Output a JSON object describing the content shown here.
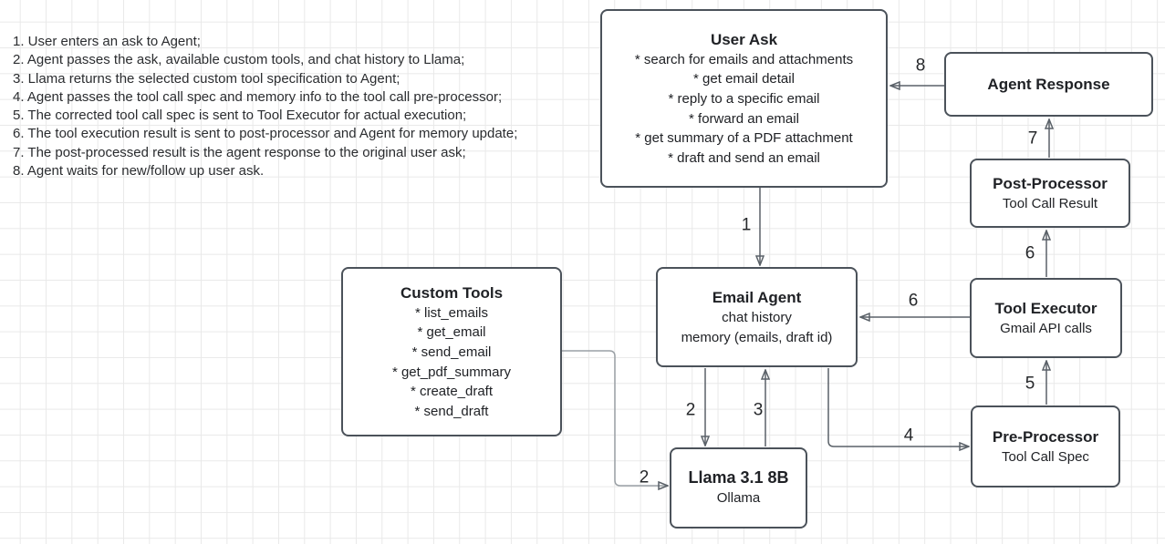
{
  "notes": [
    "1. User enters an ask to Agent;",
    "2. Agent passes the ask, available custom tools, and chat history to Llama;",
    "3. Llama returns the selected custom tool specification to Agent;",
    "4. Agent passes the tool call spec and memory info to the tool call pre-processor;",
    "5. The corrected tool call spec is sent to Tool Executor for actual execution;",
    "6. The tool execution result is sent to post-processor and Agent for memory update;",
    "7. The post-processed result is the agent response to the original user ask;",
    "8. Agent waits for new/follow up user ask."
  ],
  "boxes": {
    "user_ask": {
      "title": "User Ask",
      "items": [
        "* search for emails and attachments",
        "* get email detail",
        "* reply to a specific email",
        "* forward an email",
        "* get summary of a PDF attachment",
        "* draft and send an email"
      ]
    },
    "agent_response": {
      "title": "Agent Response"
    },
    "post_processor": {
      "title": "Post-Processor",
      "subtitle": "Tool Call Result"
    },
    "tool_executor": {
      "title": "Tool Executor",
      "subtitle": "Gmail API calls"
    },
    "pre_processor": {
      "title": "Pre-Processor",
      "subtitle": "Tool Call Spec"
    },
    "email_agent": {
      "title": "Email Agent",
      "lines": [
        "chat history",
        "memory (emails, draft id)"
      ]
    },
    "custom_tools": {
      "title": "Custom Tools",
      "items": [
        "* list_emails",
        "* get_email",
        "* send_email",
        "* get_pdf_summary",
        "* create_draft",
        "* send_draft"
      ]
    },
    "llama": {
      "title": "Llama 3.1 8B",
      "subtitle": "Ollama"
    }
  },
  "edge_labels": {
    "step1": "1",
    "step2_agent": "2",
    "step2_tools": "2",
    "step3": "3",
    "step4": "4",
    "step5": "5",
    "step6_agent": "6",
    "step6_post": "6",
    "step7": "7",
    "step8": "8"
  },
  "colors": {
    "box_border": "#4b525a",
    "edge": "#5a6168",
    "edge_light": "#9aa0a5",
    "grid": "#e9e9e9",
    "background": "#ffffff"
  }
}
